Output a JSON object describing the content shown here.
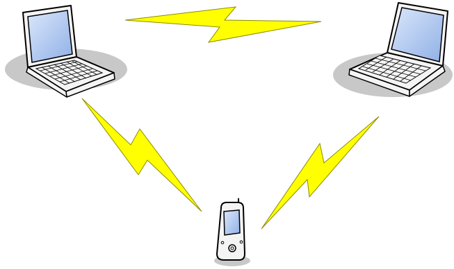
{
  "diagram": {
    "nodes": [
      {
        "id": "laptop-left",
        "kind": "laptop",
        "icon": "laptop-icon"
      },
      {
        "id": "laptop-right",
        "kind": "laptop",
        "icon": "laptop-icon"
      },
      {
        "id": "handheld",
        "kind": "pda",
        "icon": "pda-icon"
      }
    ],
    "links": [
      {
        "from": "laptop-left",
        "to": "laptop-right",
        "style": "lightning",
        "icon": "lightning-bolt-icon"
      },
      {
        "from": "laptop-left",
        "to": "handheld",
        "style": "lightning",
        "icon": "lightning-bolt-icon"
      },
      {
        "from": "laptop-right",
        "to": "handheld",
        "style": "lightning",
        "icon": "lightning-bolt-icon"
      }
    ],
    "colors": {
      "bolt_fill": "#ffff00",
      "bolt_stroke": "#8a8a00",
      "screen": "#a9c3ee",
      "device_body": "#f4f4f4",
      "device_outline": "#000000",
      "shadow": "#c8c8c8"
    }
  }
}
